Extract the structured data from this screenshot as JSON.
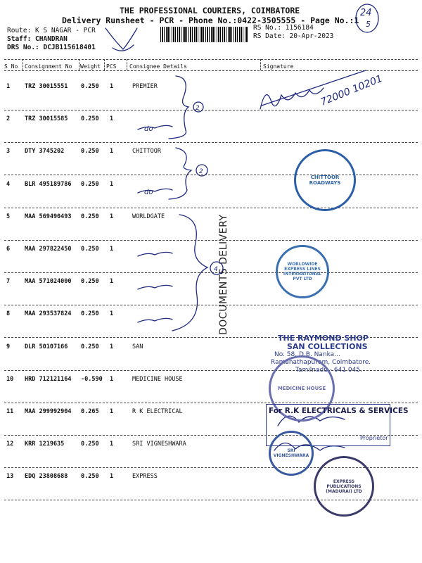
{
  "header": {
    "company": "THE PROFESSIONAL COURIERS, COIMBATORE",
    "runsheet_line": "Delivery Runsheet - PCR - Phone No.:0422-3505555 - Page No.:1",
    "route": "Route: K S NAGAR - PCR",
    "staff": "Staff: CHANDRAN",
    "drs": "DRS No.: DCJB115618401",
    "rs_no": "RS No.: 1156184",
    "rs_date": "RS Date: 20-Apr-2023"
  },
  "columns": {
    "sno": "S No",
    "consignment": "Consignment No",
    "weight": "Weight",
    "pcs": "PCS",
    "consignee": "Consignee Details",
    "signature": "Signature"
  },
  "rows": [
    {
      "sno": "1",
      "cons": "TRZ 30015551",
      "weight": "0.250",
      "pcs": "1",
      "consignee": "PREMIER"
    },
    {
      "sno": "2",
      "cons": "TRZ 30015585",
      "weight": "0.250",
      "pcs": "1",
      "consignee": ""
    },
    {
      "sno": "3",
      "cons": "DTY 3745202",
      "weight": "0.250",
      "pcs": "1",
      "consignee": "CHITTOOR"
    },
    {
      "sno": "4",
      "cons": "BLR 495189786",
      "weight": "0.250",
      "pcs": "1",
      "consignee": ""
    },
    {
      "sno": "5",
      "cons": "MAA 569490493",
      "weight": "0.250",
      "pcs": "1",
      "consignee": "WORLDGATE"
    },
    {
      "sno": "6",
      "cons": "MAA 297822450",
      "weight": "0.250",
      "pcs": "1",
      "consignee": ""
    },
    {
      "sno": "7",
      "cons": "MAA 571024000",
      "weight": "0.250",
      "pcs": "1",
      "consignee": ""
    },
    {
      "sno": "8",
      "cons": "MAA 293537824",
      "weight": "0.250",
      "pcs": "1",
      "consignee": ""
    },
    {
      "sno": "9",
      "cons": "DLR 50107166",
      "weight": "0.250",
      "pcs": "1",
      "consignee": "SAN"
    },
    {
      "sno": "10",
      "cons": "HRD 712121164",
      "weight": "-0.590",
      "pcs": "1",
      "consignee": "MEDICINE HOUSE"
    },
    {
      "sno": "11",
      "cons": "MAA 299992904",
      "weight": "0.265",
      "pcs": "1",
      "consignee": "R K ELECTRICAL"
    },
    {
      "sno": "12",
      "cons": "KRR 1219635",
      "weight": "0.250",
      "pcs": "1",
      "consignee": "SRI VIGNESHWARA"
    },
    {
      "sno": "13",
      "cons": "EDQ 23808688",
      "weight": "0.250",
      "pcs": "1",
      "consignee": "EXPRESS"
    }
  ],
  "annotations": {
    "corner_note": "24/5",
    "signature_number": "72000 10201",
    "ditto": "do",
    "circle_2": "2",
    "circle_3": "2",
    "circle_4": "4"
  },
  "stamps": {
    "vertical": "DOCUMENTS DELIVERY",
    "chittoor": "CHITTOOR ROADWAYS",
    "worldwide": "WORLDWIDE EXPRESS LINES INTERNATIONAL PVT LTD",
    "raymond_1": "THE RAYMOND SHOP",
    "raymond_2": "SAN COLLECTIONS",
    "raymond_3": "No. 58, D.B. Nanka...",
    "raymond_4": "Ramanathapuram, Coimbatore.",
    "raymond_5": "Tamilnadu - 641 045.",
    "medicine": "MEDICINE HOUSE",
    "rk_1": "For R.K ELECTRICALS & SERVICES",
    "rk_2": "Proprietor",
    "vigneshwara": "SRI VIGNESHWARA",
    "express": "EXPRESS PUBLICATIONS (MADURAI) LTD"
  },
  "colors": {
    "ink": "#1f2a80",
    "stamp": "#2b3a8c",
    "text": "#111111"
  }
}
